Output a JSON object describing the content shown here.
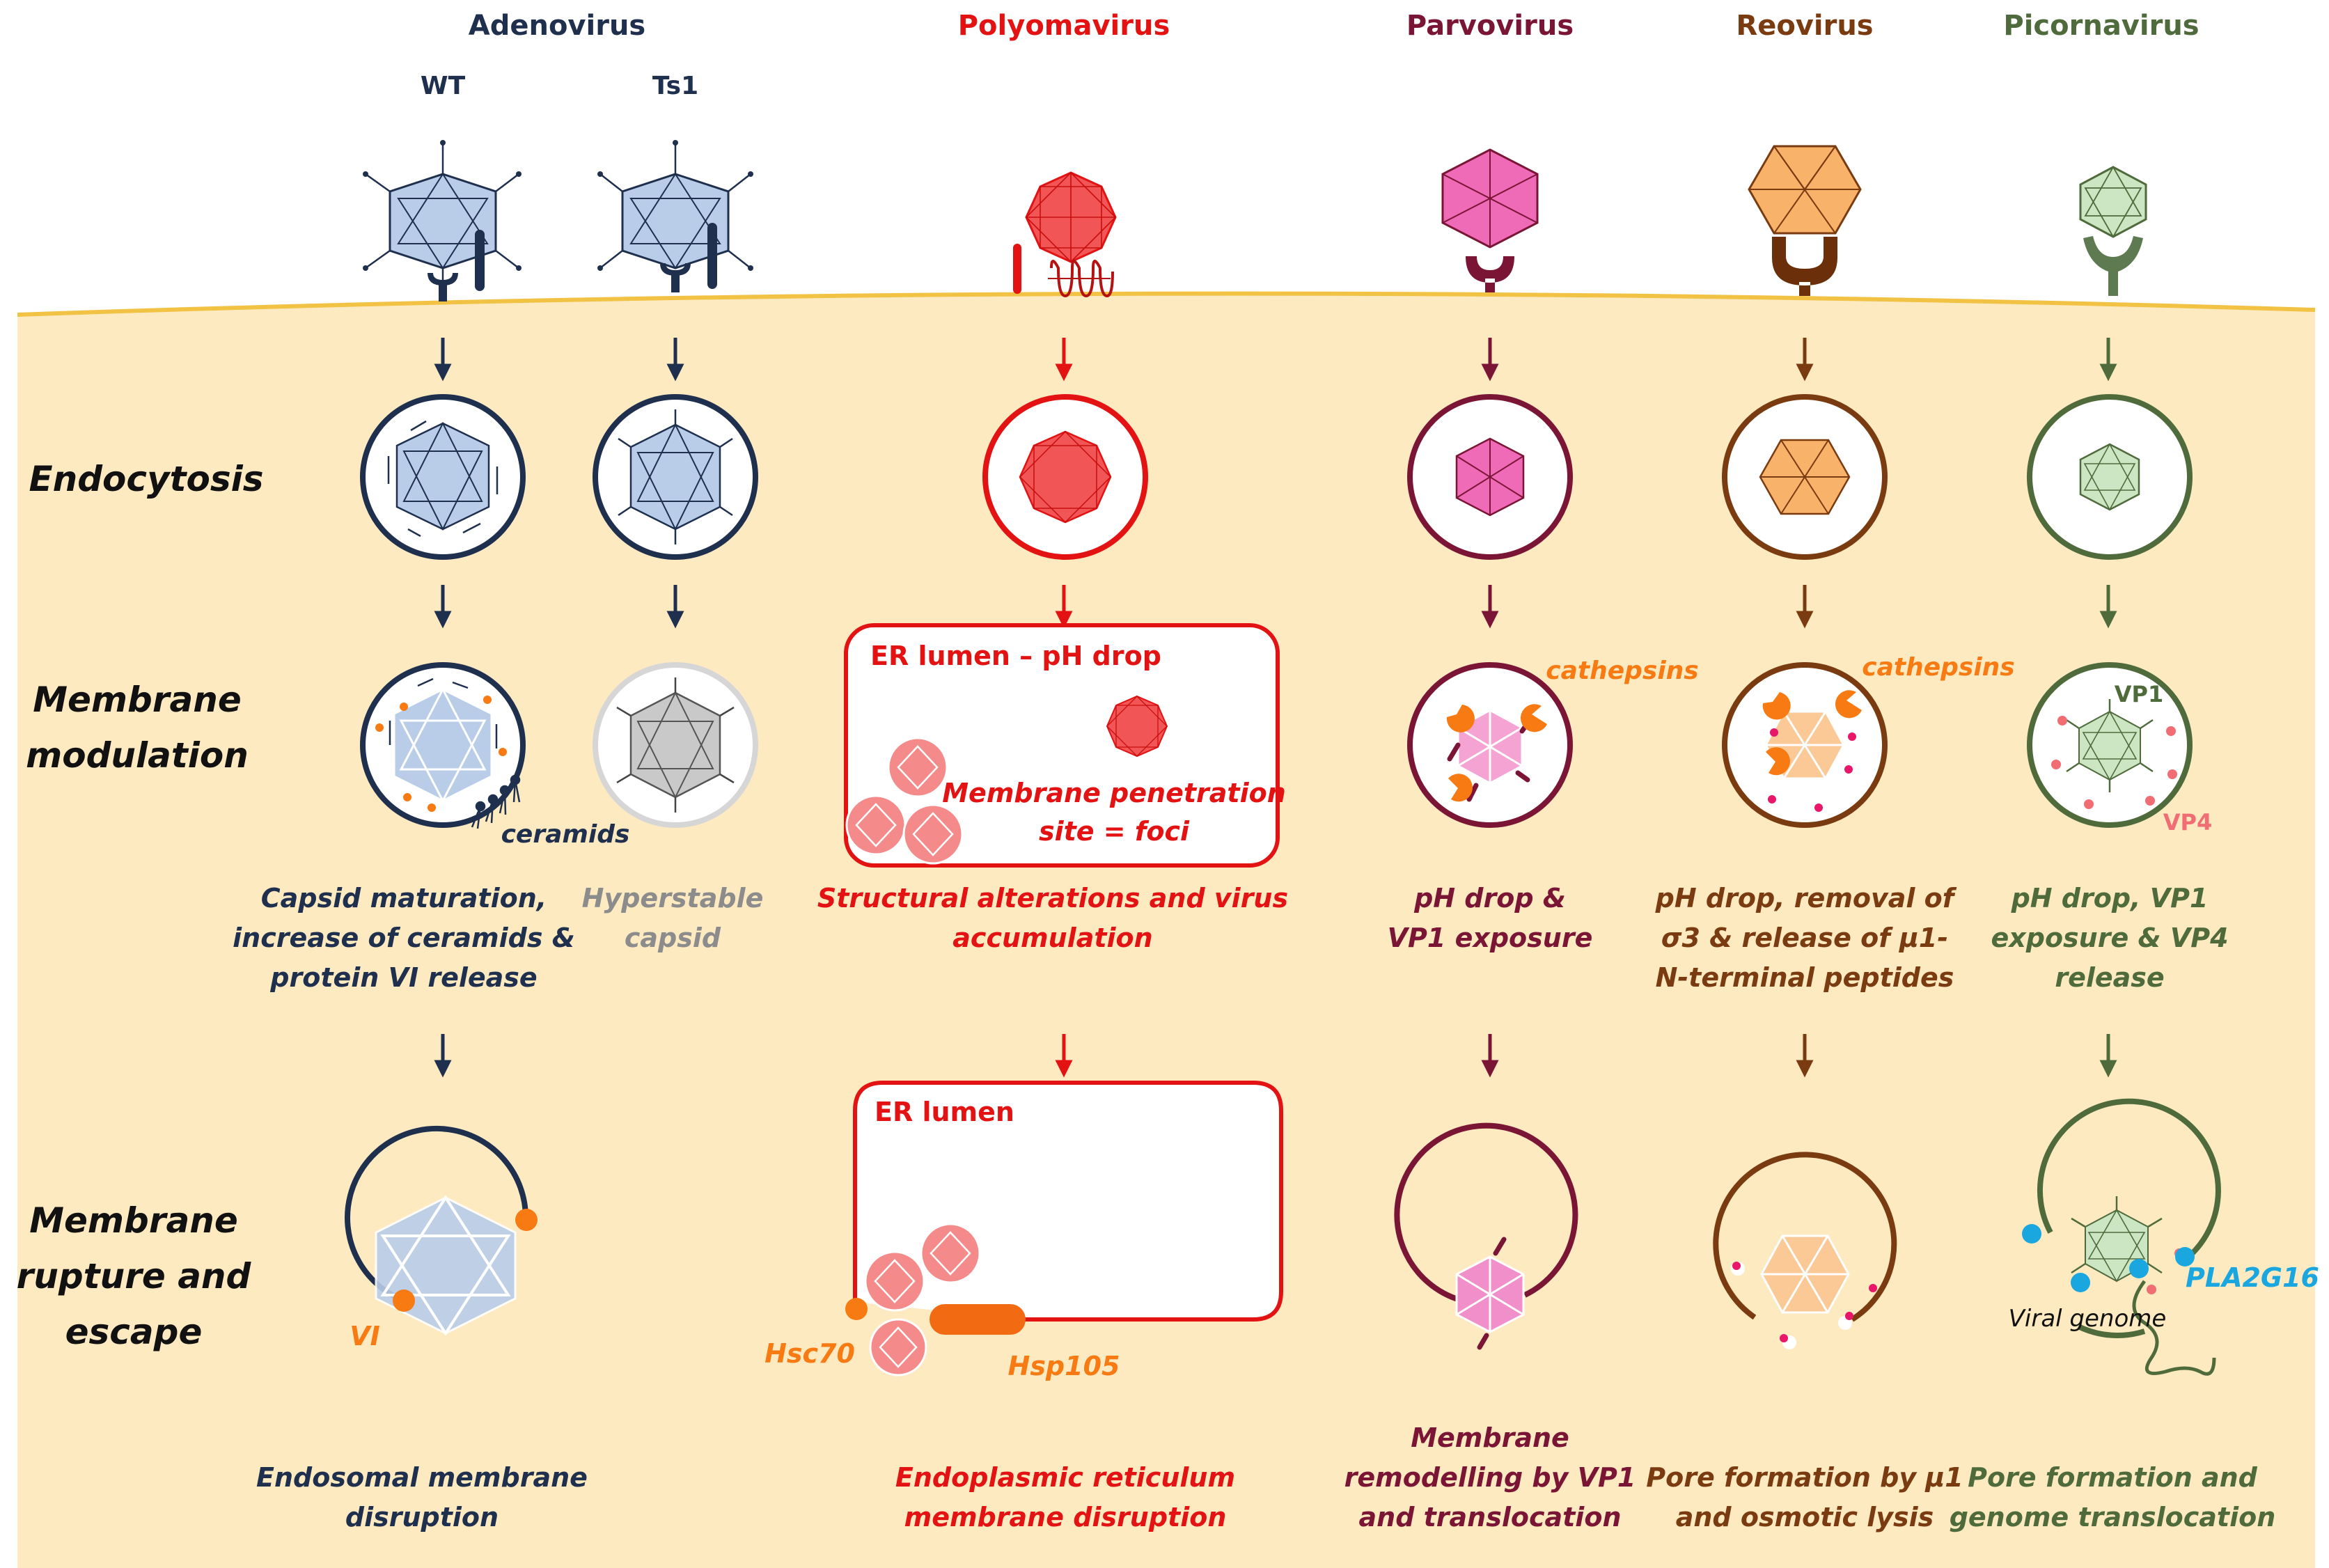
{
  "colors": {
    "adeno": "#1f2f4e",
    "polyoma": "#e31313",
    "parvo": "#7b1535",
    "reo": "#7a3b10",
    "picorna": "#4f6b3c",
    "orange": "#f77a12",
    "grey": "#8c8c8c",
    "cyan": "#1aa7e0",
    "cell": "#fdeac1",
    "membrane": "#f2c244",
    "adenoFill": "#b9cde9",
    "polyomaFill": "#f25555",
    "parvoFill": "#ef6ab7",
    "reoFill": "#f9b26a",
    "picornaFill": "#cce6c4"
  },
  "viruses": {
    "adenovirus": "Adenovirus",
    "polyomavirus": "Polyomavirus",
    "parvovirus": "Parvovirus",
    "reovirus": "Reovirus",
    "picornavirus": "Picornavirus"
  },
  "strains": {
    "wt": "WT",
    "ts1": "Ts1"
  },
  "stages": {
    "endocytosis": "Endocytosis",
    "membrane_modulation": [
      "Membrane",
      "modulation"
    ],
    "membrane_rupture": [
      "Membrane",
      "rupture and",
      "escape"
    ]
  },
  "labels": {
    "ceramids": "ceramids",
    "er_lumen_ph_drop": "ER lumen – pH drop",
    "membrane_penetration": [
      "Membrane penetration",
      "site = foci"
    ],
    "cathepsins": "cathepsins",
    "vp1": "VP1",
    "vp4": "VP4",
    "vi": "VI",
    "er_lumen": "ER lumen",
    "hsc70": "Hsc70",
    "hsp105": "Hsp105",
    "pla2g16": "PLA2G16",
    "viral_genome": "Viral genome"
  },
  "modulation_captions": {
    "adeno_wt": [
      "Capsid maturation,",
      "increase of  ceramids &",
      "protein VI release"
    ],
    "adeno_ts1": [
      "Hyperstable",
      "capsid"
    ],
    "polyoma": [
      "Structural alterations and virus",
      "accumulation"
    ],
    "parvo": [
      "pH drop &",
      "VP1  exposure"
    ],
    "reo": [
      "pH drop, removal of",
      "σ3 & release of μ1-",
      "N-terminal peptides"
    ],
    "picorna": [
      "pH drop, VP1",
      "exposure & VP4",
      "release"
    ]
  },
  "rupture_captions": {
    "adeno": [
      "Endosomal membrane",
      "disruption"
    ],
    "polyoma": [
      "Endoplasmic reticulum",
      "membrane disruption"
    ],
    "parvo": [
      "Membrane",
      "remodelling by VP1",
      "and translocation"
    ],
    "reo": [
      "Pore formation by μ1",
      "and osmotic lysis"
    ],
    "picorna": [
      "Pore formation and",
      "genome translocation"
    ]
  }
}
